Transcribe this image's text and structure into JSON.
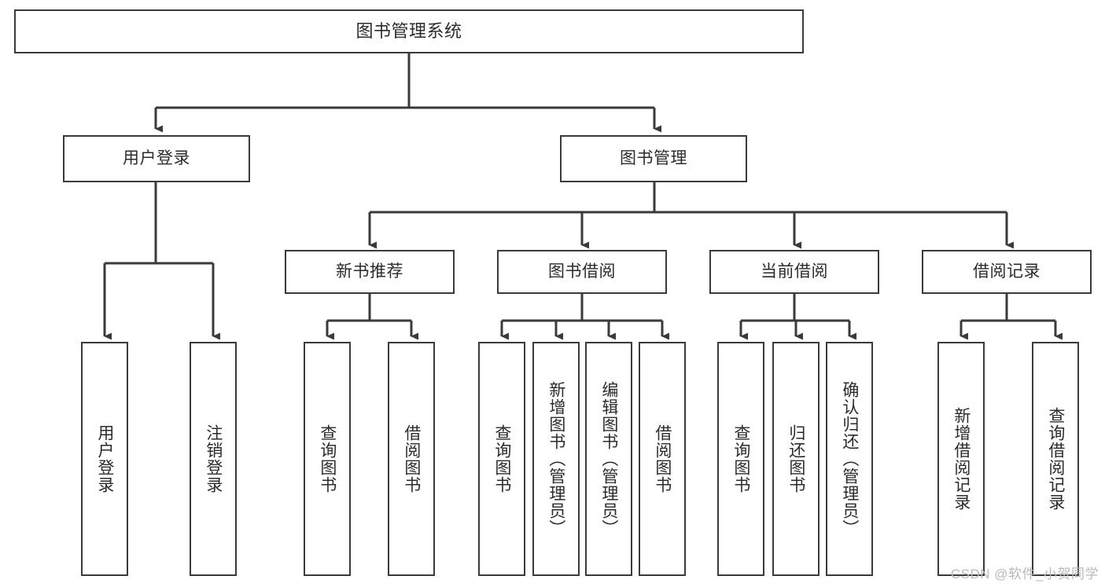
{
  "diagram": {
    "type": "tree-hierarchy",
    "title": "图书管理系统",
    "colors": {
      "stroke": "#3a3a3a",
      "text": "#2b2b2b",
      "background": "#ffffff",
      "watermark": "#b9b9b9"
    },
    "root": {
      "label": "图书管理系统"
    },
    "level1": [
      {
        "label": "用户登录"
      },
      {
        "label": "图书管理"
      }
    ],
    "level2": [
      {
        "label": "新书推荐"
      },
      {
        "label": "图书借阅"
      },
      {
        "label": "当前借阅"
      },
      {
        "label": "借阅记录"
      }
    ],
    "leaves": {
      "user_login": [
        {
          "label": "用户登录"
        },
        {
          "label": "注销登录"
        }
      ],
      "new_book_recommend": [
        {
          "label": "查询图书"
        },
        {
          "label": "借阅图书"
        }
      ],
      "book_borrow": [
        {
          "label": "查询图书"
        },
        {
          "label": "新增图书（管理员）"
        },
        {
          "label": "编辑图书（管理员）"
        },
        {
          "label": "借阅图书"
        }
      ],
      "current_borrow": [
        {
          "label": "查询图书"
        },
        {
          "label": "归还图书"
        },
        {
          "label": "确认归还（管理员）"
        }
      ],
      "borrow_record": [
        {
          "label": "新增借阅记录"
        },
        {
          "label": "查询借阅记录"
        }
      ]
    },
    "watermark": "CSDN @软件_小贺同学"
  }
}
